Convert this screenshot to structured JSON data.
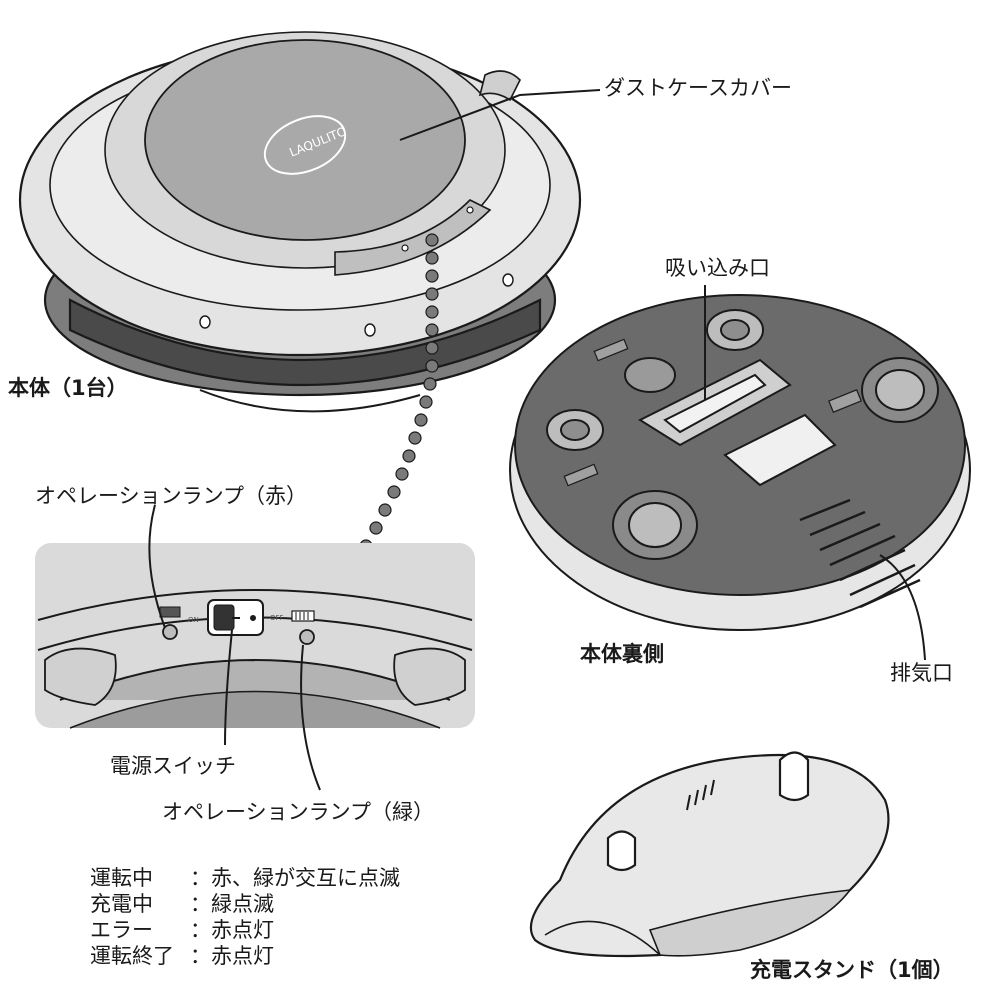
{
  "labels": {
    "dust_case_cover": "ダストケースカバー",
    "suction_port": "吸い込み口",
    "main_unit": "本体（1台）",
    "operation_lamp_red": "オペレーションランプ（赤）",
    "main_unit_underside": "本体裏側",
    "exhaust_port": "排気口",
    "power_switch": "電源スイッチ",
    "operation_lamp_green": "オペレーションランプ（緑）",
    "charging_stand": "充電スタンド（1個）"
  },
  "device_marks": {
    "logo": "LAQULITO",
    "on": "ON",
    "off": "OFF"
  },
  "lamp_legend": [
    {
      "state": "運転中",
      "sep": "：",
      "desc": "赤、緑が交互に点滅"
    },
    {
      "state": "充電中",
      "sep": "：",
      "desc": "緑点滅"
    },
    {
      "state": "エラー",
      "sep": "：",
      "desc": "赤点灯"
    },
    {
      "state": "運転終了",
      "sep": "：",
      "desc": "赤点灯"
    }
  ],
  "colors": {
    "outline": "#1a1a1a",
    "body_light": "#e2e2e2",
    "body_mid": "#cfcfcf",
    "cover_gray": "#a9a9a9",
    "underside_dark": "#6b6b6b",
    "inset_panel": "#dadada",
    "dot_connector": "#7a7a7a"
  }
}
